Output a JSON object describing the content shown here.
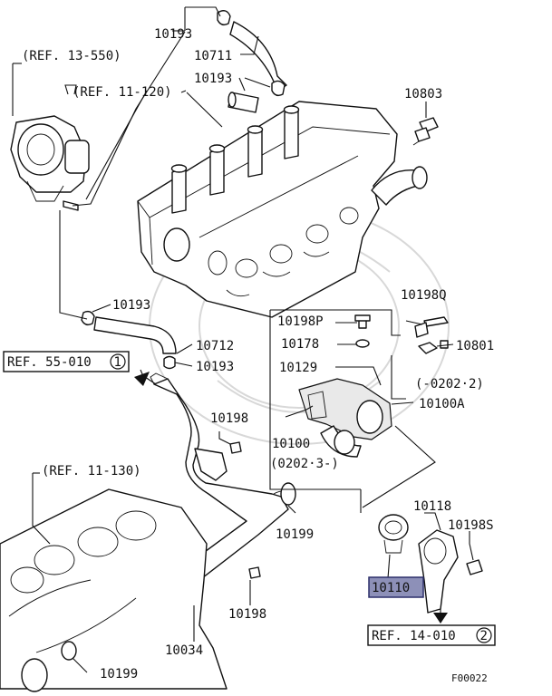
{
  "labels": {
    "p10193_top": "10193",
    "p10711": "10711",
    "p10193_mid": "10193",
    "ref_13_550": "(REF. 13-550)",
    "ref_11_120": "(REF. 11-120)",
    "p10803": "10803",
    "p10193_left": "10193",
    "p10712": "10712",
    "p10193_low": "10193",
    "ref_55_010": "REF. 55-010",
    "ref_55_010_num": "1",
    "p10198Q": "10198Q",
    "p10198P": "10198P",
    "p10178": "10178",
    "p10801": "10801",
    "p10129": "10129",
    "p0202_2": "(-0202·2)",
    "p10100A": "10100A",
    "p10198_mid": "10198",
    "p10100": "10100",
    "p0202_3": "(0202·3-)",
    "ref_11_130": "(REF. 11-130)",
    "p10118": "10118",
    "p10198S": "10198S",
    "p10199_mid": "10199",
    "p10110": "10110",
    "p10198_low": "10198",
    "ref_14_010": "REF. 14-010",
    "ref_14_010_num": "2",
    "p10034": "10034",
    "p10199_low": "10199",
    "figure_code": "F00022"
  },
  "highlight_color": "#8d90b8"
}
